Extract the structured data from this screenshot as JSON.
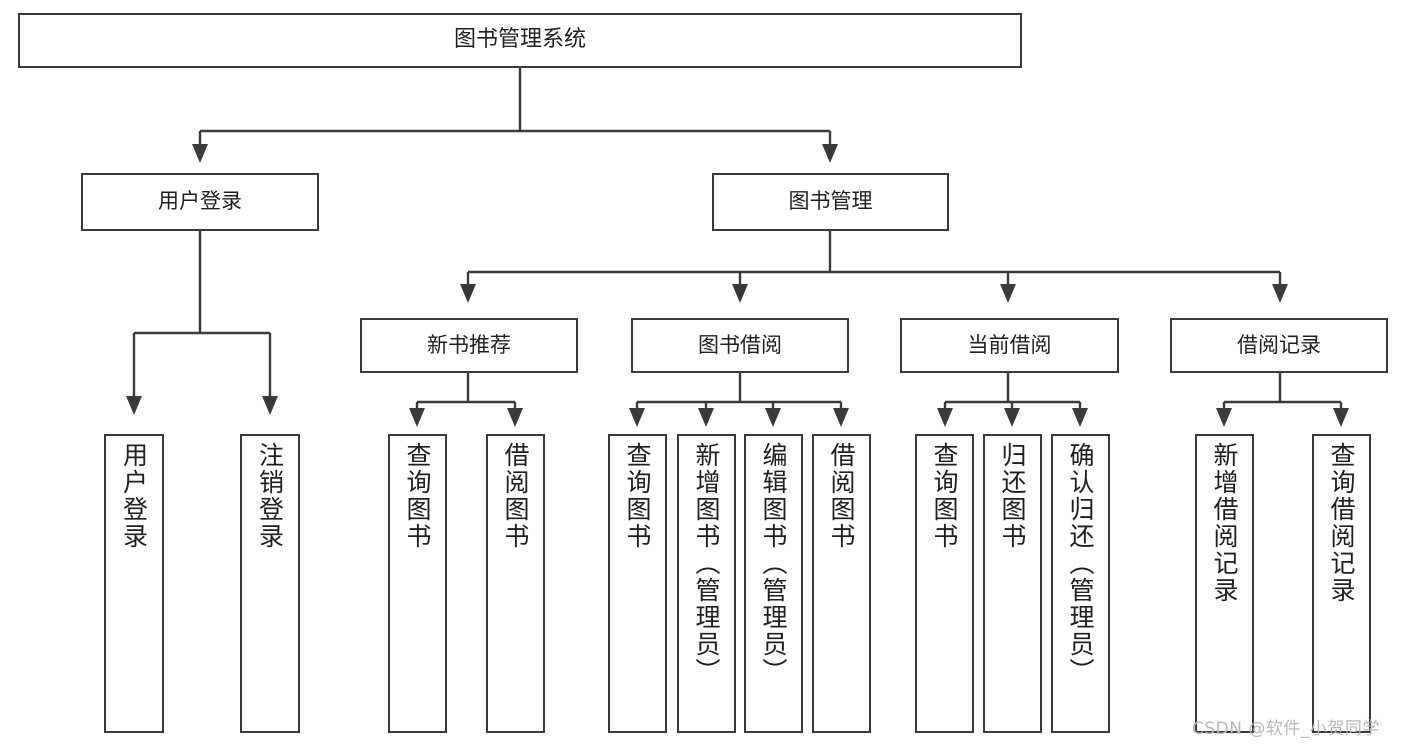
{
  "diagram": {
    "type": "tree",
    "title": "图书管理系统",
    "watermark": "CSDN @软件_小贺同学",
    "root": {
      "label": "图书管理系统"
    },
    "level1": [
      {
        "label": "用户登录"
      },
      {
        "label": "图书管理"
      }
    ],
    "level2": [
      {
        "label": "新书推荐"
      },
      {
        "label": "图书借阅"
      },
      {
        "label": "当前借阅"
      },
      {
        "label": "借阅记录"
      }
    ],
    "leaves": {
      "user_login": [
        {
          "label": "用户登录"
        },
        {
          "label": "注销登录"
        }
      ],
      "new_book_recommend": [
        {
          "label": "查询图书"
        },
        {
          "label": "借阅图书"
        }
      ],
      "book_borrow": [
        {
          "label": "查询图书"
        },
        {
          "label": "新增图书（管理员）"
        },
        {
          "label": "编辑图书（管理员）"
        },
        {
          "label": "借阅图书"
        }
      ],
      "current_borrow": [
        {
          "label": "查询图书"
        },
        {
          "label": "归还图书"
        },
        {
          "label": "确认归还（管理员）"
        }
      ],
      "borrow_record": [
        {
          "label": "新增借阅记录"
        },
        {
          "label": "查询借阅记录"
        }
      ]
    },
    "colors": {
      "stroke": "#3a3a3a",
      "fill": "#ffffff",
      "text": "#1f1f1f",
      "watermark": "#b8b8b8"
    }
  }
}
